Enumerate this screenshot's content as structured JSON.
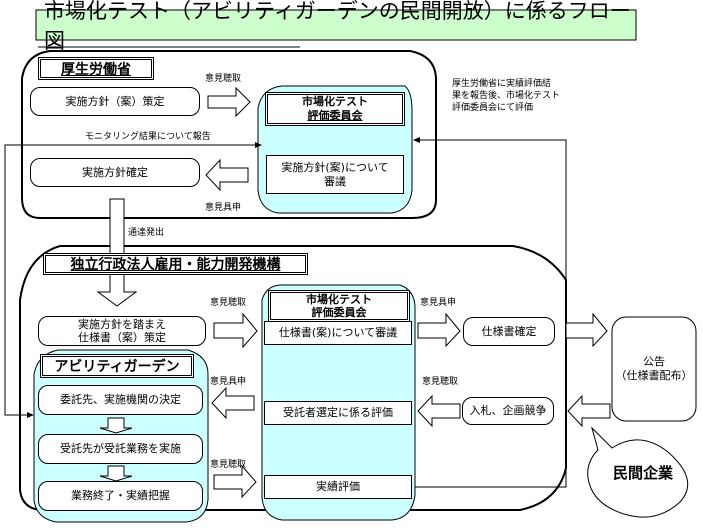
{
  "title": "市場化テスト（アビリティガーデンの民間開放）に係るフロー図",
  "colors": {
    "title_bg": "#ccffcc",
    "committee_bg": "#ccffff",
    "line": "#000000"
  },
  "mhlw": {
    "label": "厚生労働省",
    "draft_policy": "実施方針（案）策定",
    "final_policy": "実施方針確定",
    "hearing_label": "意見聴取",
    "opinion_label": "意見具申",
    "monitoring_label": "モニタリング結果について報告",
    "committee": {
      "title_line1": "市場化テスト",
      "title_line2": "評価委員会",
      "review_line1": "実施方針(案)について",
      "review_line2": "審議"
    }
  },
  "note": {
    "line1": "厚生労働省に実績評価結",
    "line2": "果を報告後、市場化テスト",
    "line3": "評価委員会にて評価"
  },
  "notice_label": "通達発出",
  "jeed": {
    "label": "独立行政法人雇用・能力開発機構",
    "spec_draft_line1": "実施方針を踏まえ",
    "spec_draft_line2": "仕様書（案）策定",
    "hearing1": "意見聴取",
    "opinion1": "意見具申",
    "opinion2": "意見具申",
    "hearing2": "意見聴取",
    "hearing3": "意見聴取",
    "spec_final": "仕様書確定",
    "bidding": "入札、企画競争",
    "committee": {
      "title_line1": "市場化テスト",
      "title_line2": "評価委員会",
      "spec_review": "仕様書(案)について審議",
      "selection_eval": "受託者選定に係る評価",
      "performance_eval": "実績評価"
    },
    "ability_garden": {
      "label": "アビリティガーデン",
      "step1": "委託先、実施機関の決定",
      "step2": "受託先が受託業務を実施",
      "step3": "業務終了・実績把握"
    }
  },
  "announcement": {
    "line1": "公告",
    "line2": "（仕様書配布）"
  },
  "private_company": "民間企業"
}
